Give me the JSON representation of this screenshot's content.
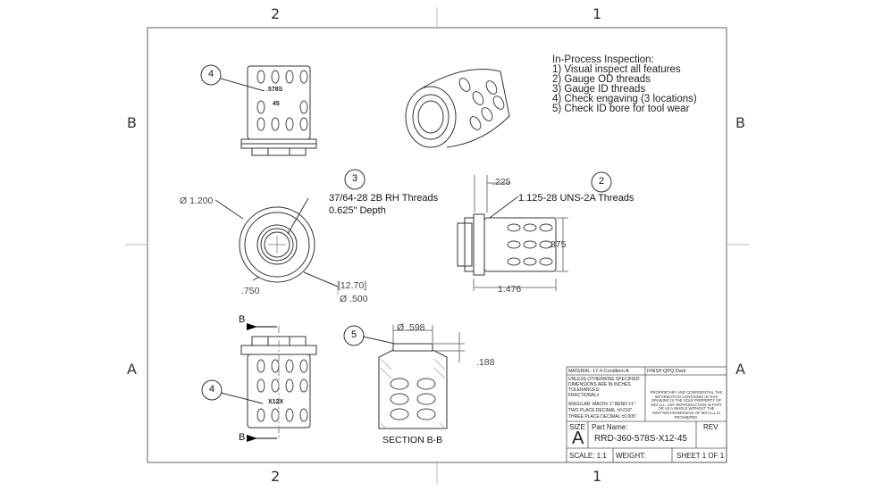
{
  "zones": {
    "top_left": "2",
    "top_right": "1",
    "left_upper": "B",
    "right_upper": "B",
    "left_lower": "A",
    "right_lower": "A",
    "bottom_left": "2",
    "bottom_right": "1"
  },
  "inspection": {
    "title": "In-Process Inspection:",
    "items": [
      "1) Visual inspect all features",
      "2) Gauge OD threads",
      "3) Gauge ID threads",
      "4) Check engaving (3 locations)",
      "5) Check ID bore for tool wear"
    ]
  },
  "balloons": {
    "b4_top": "4",
    "b3": "3",
    "b2": "2",
    "b4_bottom": "4",
    "b5": "5"
  },
  "engraving": {
    "line1": ".578S",
    "line2": "45",
    "bottom": "X12X"
  },
  "dimensions": {
    "dia_1200": "Ø 1.200",
    "d750": ".750",
    "d1270": "[12.70]",
    "dia_500": "Ø .500",
    "d225": ".225",
    "d875": ".875",
    "d1476": "1.476",
    "dia_598": "Ø .598",
    "d188": ".188"
  },
  "callouts": {
    "id_thread_line1": "37/64-28 2B RH Threads",
    "id_thread_line2": "0.625\" Depth",
    "od_thread": "1.125-28 UNS-2A Threads"
  },
  "section": {
    "label": "SECTION B-B",
    "arrow_top": "B",
    "arrow_bottom": "B"
  },
  "title_block": {
    "material_label": "MATERIAL:",
    "material": "17-4 Condition A",
    "finish_label": "FINISH:",
    "finish": "QPQ Dark",
    "tol_lines": [
      "UNLESS OTHERWISE SPECIFIED:",
      "DIMENSIONS ARE IN INCHES",
      "TOLERANCES:",
      "FRACTIONAL±"
    ],
    "angular": "ANGULAR: MACH± 1°   BEND ±1°",
    "two_place": "TWO PLACE DECIMAL   ±0.010\"",
    "three_place": "THREE PLACE DECIMAL  ±0.005\"",
    "proprietary": "PROPRIETARY AND CONFIDENTIAL THE INFORMATION CONTAINED IN THIS DRAWING IS THE SOLE PROPERTY OF MGI-LLL. ANY REPRODUCTION IN PART OR AS A WHOLE WITHOUT THE WRITTEN PERMISSION OF MGI-LLL IS PROHIBITED.",
    "size_label": "SIZE",
    "size": "A",
    "part_name_label": "Part Name:",
    "part_name": "RRD-360-578S-X12-45",
    "rev_label": "REV",
    "scale": "SCALE: 1:1",
    "weight": "WEIGHT:",
    "sheet": "SHEET 1 OF 1"
  }
}
